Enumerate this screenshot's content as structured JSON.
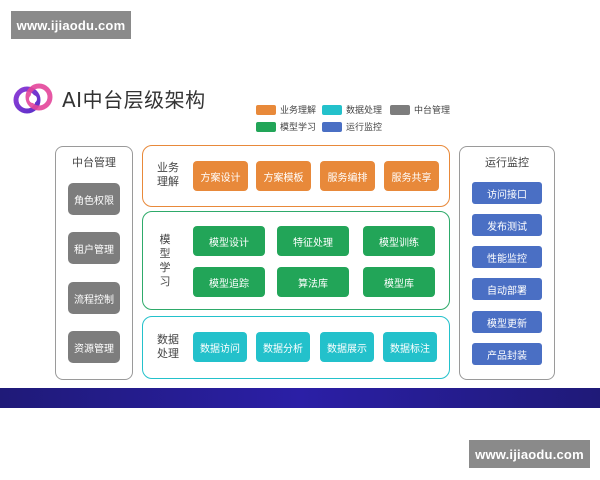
{
  "watermark": {
    "top": "www.ijiaodu.com",
    "bottom": "www.ijiaodu.com"
  },
  "title": "AI中台层级架构",
  "legend": [
    {
      "label": "业务理解",
      "color": "#e8893a"
    },
    {
      "label": "数据处理",
      "color": "#23c1cb"
    },
    {
      "label": "中台管理",
      "color": "#7d7d7d"
    },
    {
      "label": "模型学习",
      "color": "#22a558"
    },
    {
      "label": "运行监控",
      "color": "#4a6fc4"
    }
  ],
  "left_panel": {
    "title": "中台管理",
    "items": [
      "角色权限",
      "租户管理",
      "流程控制",
      "资源管理"
    ]
  },
  "right_panel": {
    "title": "运行监控",
    "items": [
      "访问接口",
      "发布测试",
      "性能监控",
      "自动部署",
      "模型更新",
      "产品封装"
    ]
  },
  "layers": {
    "business": {
      "label": "业务\n理解",
      "items": [
        "方案设计",
        "方案模板",
        "服务编排",
        "服务共享"
      ]
    },
    "model": {
      "label": "模\n型\n学\n习",
      "rows": [
        [
          "模型设计",
          "特征处理",
          "模型训练"
        ],
        [
          "模型追踪",
          "算法库",
          "模型库"
        ]
      ]
    },
    "data": {
      "label": "数据\n处理",
      "items": [
        "数据访问",
        "数据分析",
        "数据展示",
        "数据标注"
      ]
    }
  }
}
